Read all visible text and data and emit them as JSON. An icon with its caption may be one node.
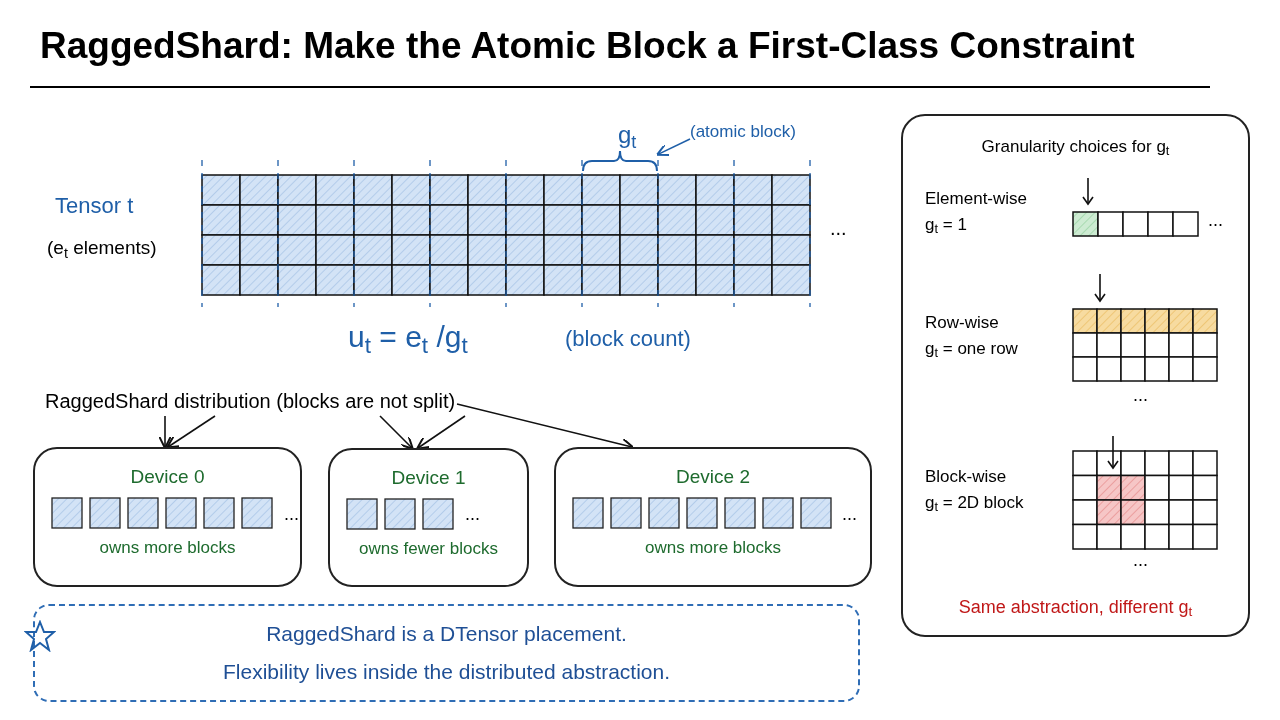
{
  "diagram": {
    "title": "RaggedShard: Make the Atomic Block a First-Class Constraint",
    "nodes": [
      {
        "text": [
          "RaggedShard distribution (blocks are not split)"
        ]
      },
      {
        "text": [
          "Device 0",
          "owns more blocks"
        ]
      },
      {
        "text": [
          "Device 1",
          "owns fewer blocks"
        ]
      },
      {
        "text": [
          "Device 2",
          "owns more blocks"
        ]
      },
      {
        "text": [
          "RaggedShard is a DTensor placement.",
          "Flexibility lives inside the distributed abstraction."
        ]
      },
      {
        "text": [
          "Granularity choices for g$_{t}$",
          "Same abstraction, different g$_{t}$"
        ]
      },
      {
        "text": [
          "(atomic block)"
        ]
      },
      {
        "text": [],
        "shape": "bracket"
      }
    ],
    "edges": [
      {
        "from": 0,
        "to": 1,
        "arrow": "to"
      },
      {
        "from": 0,
        "to": 1,
        "arrow": "to"
      },
      {
        "from": 0,
        "to": 2,
        "arrow": "to"
      },
      {
        "from": 0,
        "to": 2,
        "arrow": "to"
      },
      {
        "from": 0,
        "to": 3,
        "arrow": "to"
      },
      {
        "from": 6,
        "to": 7,
        "arrow": "to",
        "color": "#1f5fa8"
      }
    ],
    "labels": [
      "g$_{t}$",
      "Tensor t",
      "(e$_{t}$ elements)",
      "...",
      "u$_{t}$ = e$_{t}$ /g$_{t}$",
      "(block count)",
      "...",
      "...",
      "...",
      "Element-wise",
      "g$_{t}$ = 1",
      "...",
      "Row-wise",
      "g$_{t}$ = one row",
      "...",
      "Block-wise",
      "g$_{t}$ = 2D block",
      "..."
    ]
  }
}
